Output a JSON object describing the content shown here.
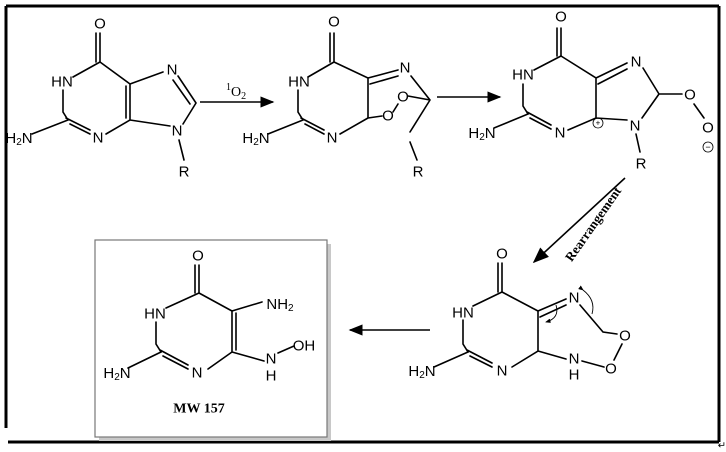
{
  "reagent": {
    "sup": "1",
    "main": "O",
    "sub": "2"
  },
  "atoms": {
    "O": "O",
    "HN": "HN",
    "N": "N",
    "H2N_main": "H",
    "H2N_sub": "2",
    "H2N_tail": "N",
    "R": "R",
    "NH2_main": "NH",
    "NH2_sub": "2",
    "OH": "OH",
    "H": "H",
    "plus": "+",
    "minus": "−"
  },
  "rearrangement_label": "Rearrangement",
  "product": {
    "mw_label": "MW 157"
  },
  "paragraph_mark": "↵"
}
